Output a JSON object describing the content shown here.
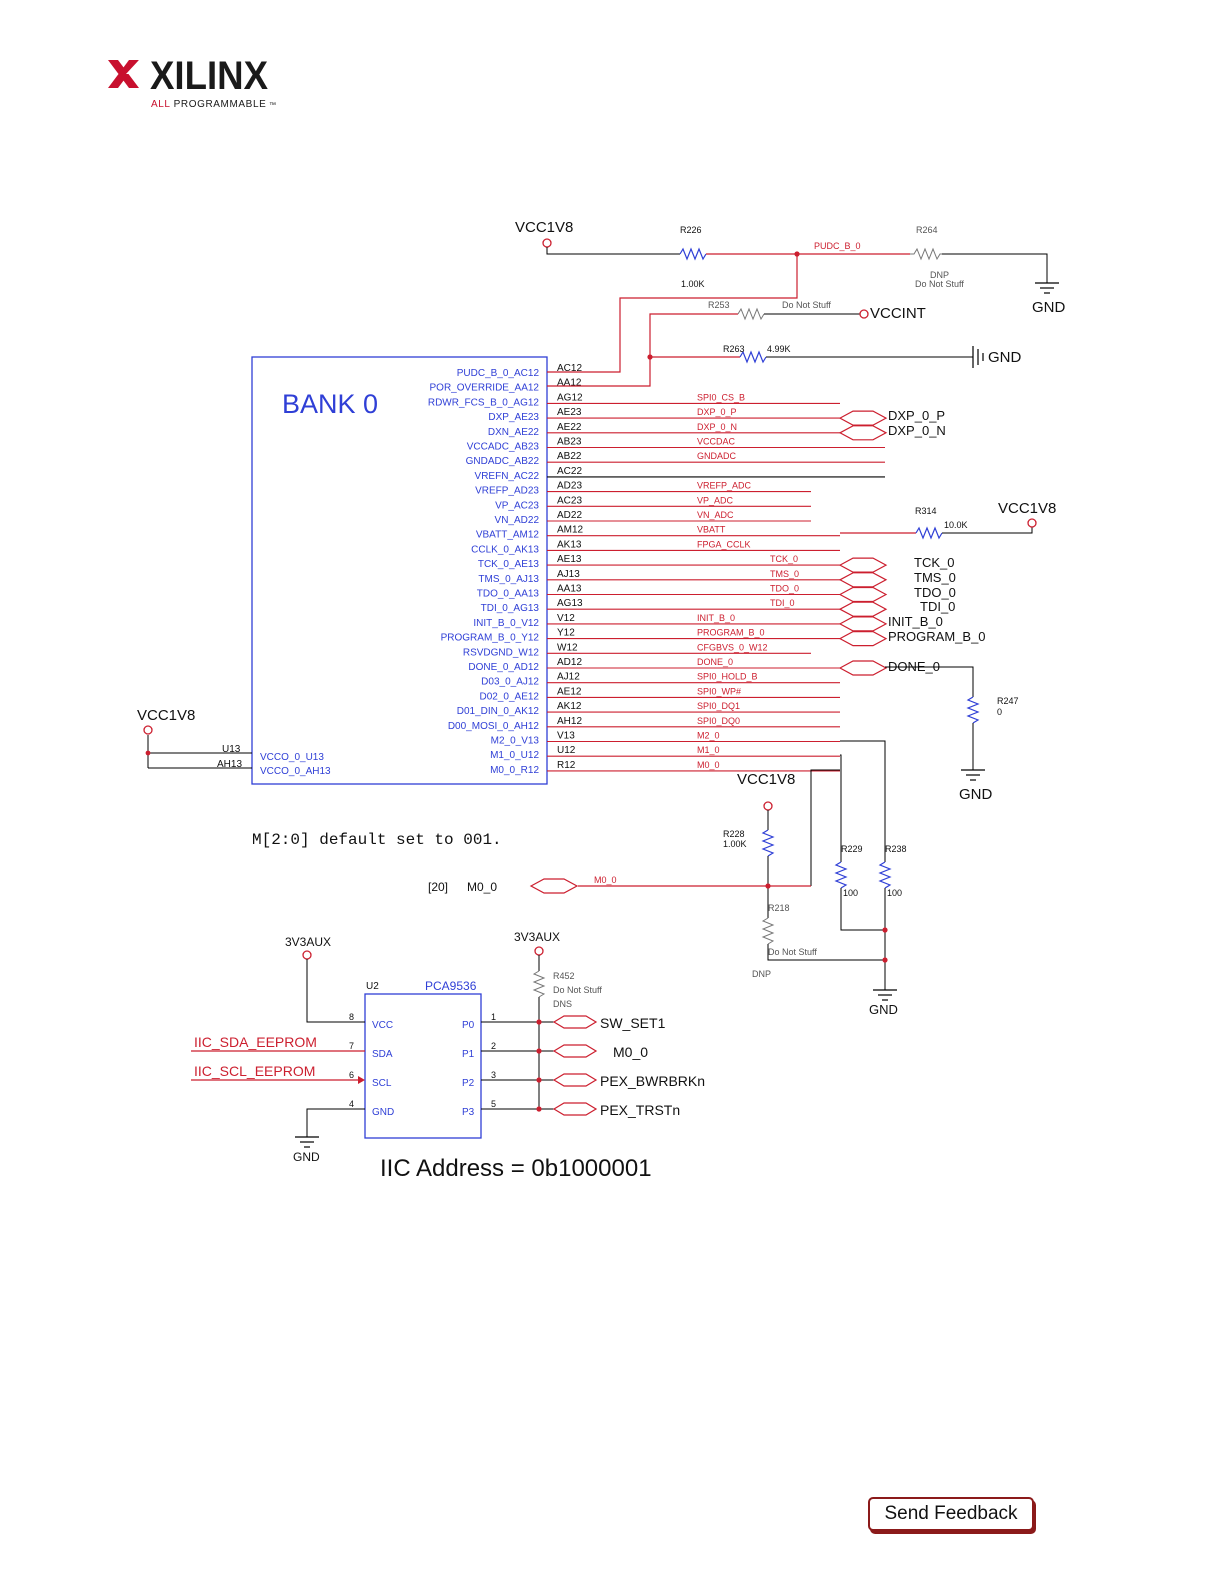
{
  "header": {
    "logo_text": "XILINX",
    "logo_sub": "ALL PROGRAMMABLE",
    "logo_tm": "™"
  },
  "colors": {
    "net": "#cc1f2f",
    "box": "#2f3fd6",
    "wire": "#000000",
    "logo_red": "#c8102e"
  },
  "footer": {
    "feedback_label": "Send Feedback"
  },
  "bank0": {
    "title": "BANK 0",
    "pins": [
      {
        "pin": "PUDC_B_0_AC12",
        "ball": "AC12",
        "net": ""
      },
      {
        "pin": "POR_OVERRIDE_AA12",
        "ball": "AA12",
        "net": ""
      },
      {
        "pin": "RDWR_FCS_B_0_AG12",
        "ball": "AG12",
        "net": "SPI0_CS_B"
      },
      {
        "pin": "DXP_AE23",
        "ball": "AE23",
        "net": "DXP_0_P"
      },
      {
        "pin": "DXN_AE22",
        "ball": "AE22",
        "net": "DXP_0_N"
      },
      {
        "pin": "VCCADC_AB23",
        "ball": "AB23",
        "net": "VCCDAC"
      },
      {
        "pin": "GNDADC_AB22",
        "ball": "AB22",
        "net": "GNDADC"
      },
      {
        "pin": "VREFN_AC22",
        "ball": "AC22",
        "net": ""
      },
      {
        "pin": "VREFP_AD23",
        "ball": "AD23",
        "net": "VREFP_ADC"
      },
      {
        "pin": "VP_AC23",
        "ball": "AC23",
        "net": "VP_ADC"
      },
      {
        "pin": "VN_AD22",
        "ball": "AD22",
        "net": "VN_ADC"
      },
      {
        "pin": "VBATT_AM12",
        "ball": "AM12",
        "net": "VBATT"
      },
      {
        "pin": "CCLK_0_AK13",
        "ball": "AK13",
        "net": "FPGA_CCLK"
      },
      {
        "pin": "TCK_0_AE13",
        "ball": "AE13",
        "net": "TCK_0"
      },
      {
        "pin": "TMS_0_AJ13",
        "ball": "AJ13",
        "net": "TMS_0"
      },
      {
        "pin": "TDO_0_AA13",
        "ball": "AA13",
        "net": "TDO_0"
      },
      {
        "pin": "TDI_0_AG13",
        "ball": "AG13",
        "net": "TDI_0"
      },
      {
        "pin": "INIT_B_0_V12",
        "ball": "V12",
        "net": "INIT_B_0"
      },
      {
        "pin": "PROGRAM_B_0_Y12",
        "ball": "Y12",
        "net": "PROGRAM_B_0"
      },
      {
        "pin": "RSVDGND_W12",
        "ball": "W12",
        "net": "CFGBVS_0_W12"
      },
      {
        "pin": "DONE_0_AD12",
        "ball": "AD12",
        "net": "DONE_0"
      },
      {
        "pin": "D03_0_AJ12",
        "ball": "AJ12",
        "net": "SPI0_HOLD_B"
      },
      {
        "pin": "D02_0_AE12",
        "ball": "AE12",
        "net": "SPI0_WP#"
      },
      {
        "pin": "D01_DIN_0_AK12",
        "ball": "AK12",
        "net": "SPI0_DQ1"
      },
      {
        "pin": "D00_MOSI_0_AH12",
        "ball": "AH12",
        "net": "SPI0_DQ0"
      },
      {
        "pin": "M2_0_V13",
        "ball": "V13",
        "net": "M2_0"
      },
      {
        "pin": "M1_0_U12",
        "ball": "U12",
        "net": "M1_0"
      },
      {
        "pin": "M0_0_R12",
        "ball": "R12",
        "net": "M0_0"
      }
    ],
    "left_pins": [
      {
        "pin": "VCCO_0_U13",
        "ball": "U13"
      },
      {
        "pin": "VCCO_0_AH13",
        "ball": "AH13"
      }
    ]
  },
  "labels": {
    "vcc1v8": "VCC1V8",
    "gnd": "GND",
    "vccint": "VCCINT",
    "v3v3aux": "3V3AUX",
    "pudc_net": "PUDC_B_0",
    "dxp_p": "DXP_0_P",
    "dxp_n": "DXP_0_N",
    "tck": "TCK_0",
    "tms": "TMS_0",
    "tdo": "TDO_0",
    "tdi": "TDI_0",
    "init": "INIT_B_0",
    "program": "PROGRAM_B_0",
    "done": "DONE_0",
    "mode_note": "M[2:0] default set to 001.",
    "m0_ref": "[20]",
    "m0_name": "M0_0",
    "m0_net": "M0_0",
    "dnp": "DNP",
    "do_not_stuff": "Do Not Stuff",
    "dns": "DNS"
  },
  "resistors": {
    "r226": {
      "ref": "R226",
      "value": "1.00K"
    },
    "r264": {
      "ref": "R264",
      "value": "DNP"
    },
    "r253": {
      "ref": "R253",
      "value": "Do Not Stuff"
    },
    "r263": {
      "ref": "R263",
      "value": "4.99K"
    },
    "r314": {
      "ref": "R314",
      "value": "10.0K"
    },
    "r247": {
      "ref": "R247",
      "value": "0"
    },
    "r228": {
      "ref": "R228",
      "value": "1.00K"
    },
    "r218": {
      "ref": "R218",
      "value": "Do Not Stuff"
    },
    "r229": {
      "ref": "R229",
      "value": "100"
    },
    "r238": {
      "ref": "R238",
      "value": "100"
    },
    "r452": {
      "ref": "R452",
      "value": "Do Not Stuff"
    }
  },
  "pca": {
    "refdes": "U2",
    "part": "PCA9536",
    "left_pins": [
      {
        "name": "VCC",
        "num": "8",
        "net": ""
      },
      {
        "name": "SDA",
        "num": "7",
        "net": "IIC_SDA_EEPROM"
      },
      {
        "name": "SCL",
        "num": "6",
        "net": "IIC_SCL_EEPROM"
      },
      {
        "name": "GND",
        "num": "4",
        "net": ""
      }
    ],
    "right_pins": [
      {
        "name": "P0",
        "num": "1",
        "net": "SW_SET1"
      },
      {
        "name": "P1",
        "num": "2",
        "net": "M0_0"
      },
      {
        "name": "P2",
        "num": "3",
        "net": "PEX_BWRBRKn"
      },
      {
        "name": "P3",
        "num": "5",
        "net": "PEX_TRSTn"
      }
    ],
    "address": "IIC Address = 0b1000001"
  }
}
